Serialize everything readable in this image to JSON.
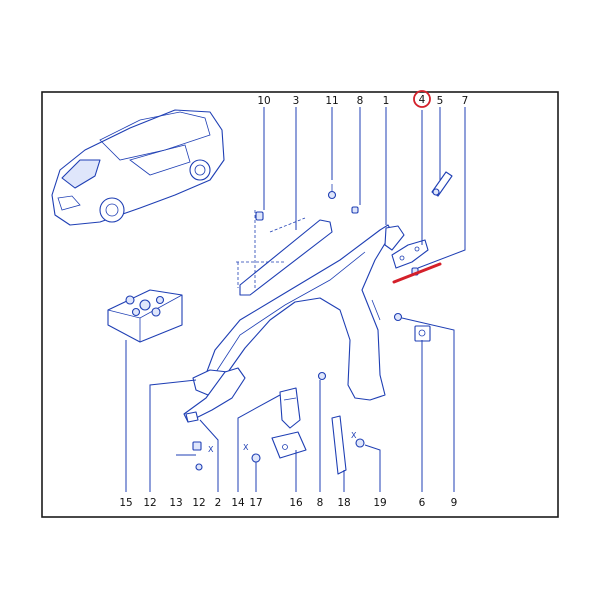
{
  "callouts": {
    "c10": "10",
    "c3": "3",
    "c11": "11",
    "c8top": "8",
    "c1": "1",
    "c4": "4",
    "c5": "5",
    "c7": "7",
    "c15": "15",
    "c12": "12",
    "c13": "13",
    "c12b": "12",
    "c2": "2",
    "c14": "14",
    "c17": "17",
    "c16": "16",
    "c8": "8",
    "c18": "18",
    "c19": "19",
    "c6": "6",
    "c9": "9"
  },
  "marks": {
    "x1": "X",
    "x2": "X",
    "x3": "X"
  },
  "colors": {
    "line": "#1f3fb4",
    "fill": "#dfe6fb",
    "highlight": "#d4202a",
    "frame": "#1a1a1a"
  },
  "highlight": {
    "part_number": "4"
  }
}
